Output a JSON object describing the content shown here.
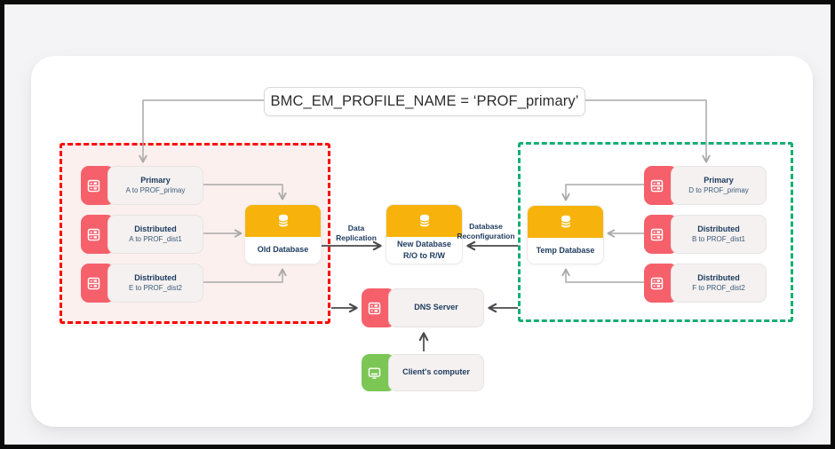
{
  "window": {
    "title_banner": "BMC_EM_PROFILE_NAME = ‘PROF_primary’"
  },
  "colors": {
    "accent-red": "#f5606b",
    "accent-yellow": "#f7b30b",
    "accent-green": "#7cc655",
    "zone-red-border": "#ff0000",
    "zone-red-bg": "#fbf0ee",
    "zone-green-border": "#16ae73",
    "text-navy": "#1c3a5e",
    "connector-gray": "#a9a9a9",
    "connector-dark": "#4a4a4a"
  },
  "old_environment": {
    "servers": [
      {
        "title": "Primary",
        "subtitle": "A to PROF_primay"
      },
      {
        "title": "Distributed",
        "subtitle": "A to PROF_dist1"
      },
      {
        "title": "Distributed",
        "subtitle": "E to PROF_dist2"
      }
    ],
    "database_label": "Old Database"
  },
  "new_environment": {
    "servers": [
      {
        "title": "Primary",
        "subtitle": "D to PROF_primay"
      },
      {
        "title": "Distributed",
        "subtitle": "B to PROF_dist1"
      },
      {
        "title": "Distributed",
        "subtitle": "F to PROF_dist2"
      }
    ],
    "database_label": "Temp Database"
  },
  "migration": {
    "new_database_line1": "New Database",
    "new_database_line2": "R/O to R/W",
    "data_replication_label": "Data Replication",
    "database_reconfiguration_label": "Database Reconfiguration"
  },
  "network": {
    "dns_label": "DNS Server",
    "client_label": "Client's computer"
  },
  "icons": {
    "server": "server-rack-icon",
    "database": "database-cylinder-icon",
    "client": "monitor-icon"
  }
}
